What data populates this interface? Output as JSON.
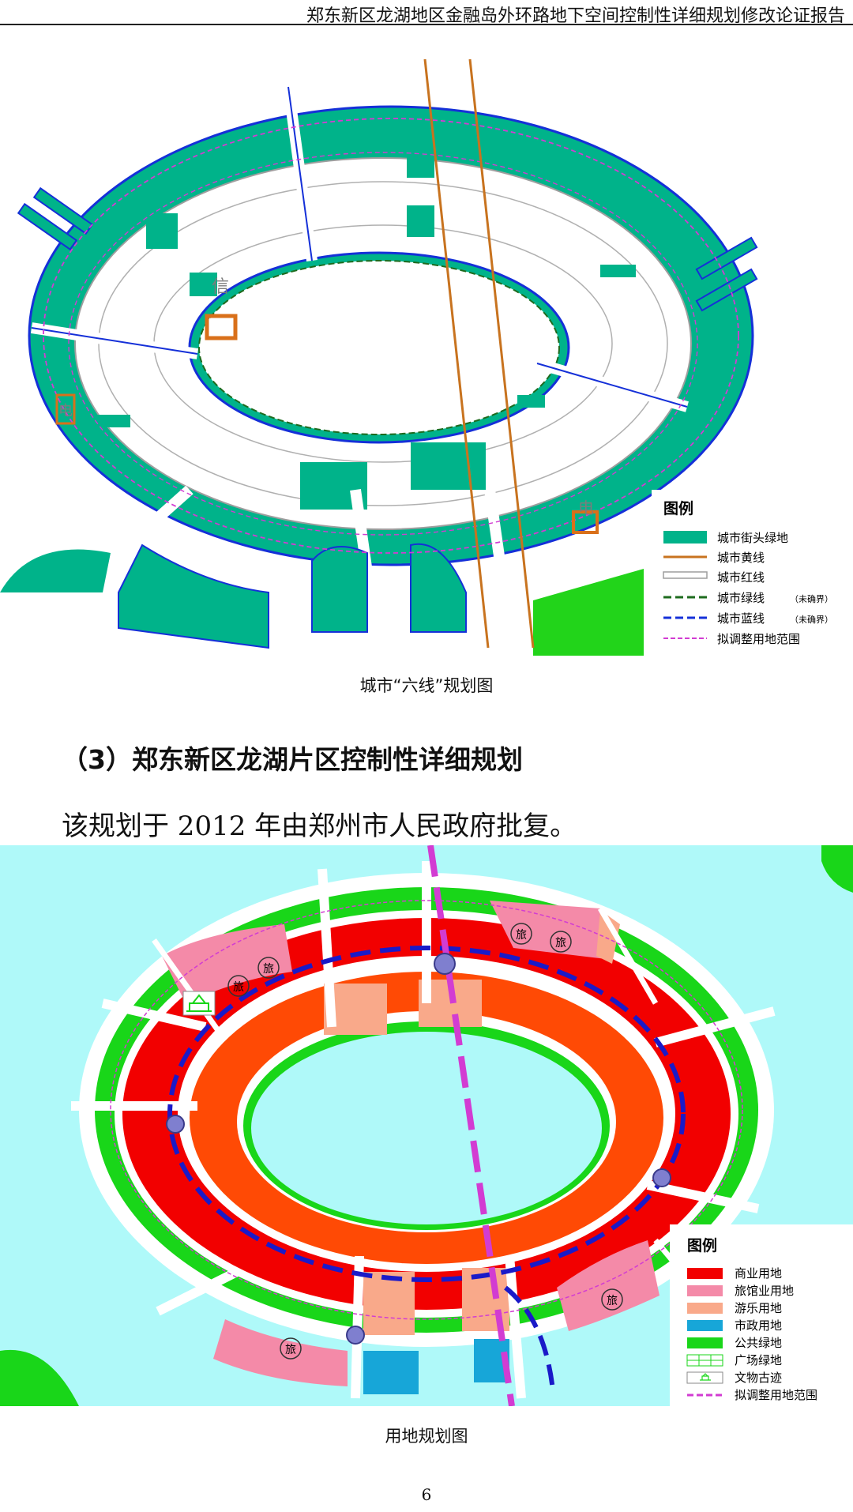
{
  "header": {
    "title": "郑东新区龙湖地区金融岛外环路地下空间控制性详细规划修改论证报告"
  },
  "map1": {
    "caption": "城市“六线”规划图",
    "map_labels": {
      "xin": "信",
      "dian_left": "电",
      "dian_right": "电"
    },
    "legend": {
      "title": "图例",
      "items": [
        {
          "label": "城市街头绿地",
          "note": "",
          "color": "#00B38A"
        },
        {
          "label": "城市黄线",
          "note": "",
          "color": "#C8731F"
        },
        {
          "label": "城市红线",
          "note": "",
          "color": "#9E9E9E"
        },
        {
          "label": "城市绿线",
          "note": "（未确界）",
          "color": "#1E6B1E"
        },
        {
          "label": "城市蓝线",
          "note": "（未确界）",
          "color": "#1530D8"
        },
        {
          "label": "拟调整用地范围",
          "note": "",
          "color": "#D23CD2"
        }
      ]
    }
  },
  "section": {
    "heading": "（3）郑东新区龙湖片区控制性详细规划",
    "text": "该规划于 2012 年由郑州市人民政府批复。"
  },
  "map2": {
    "caption": "用地规划图",
    "hotel_symbol": "旅",
    "legend": {
      "title": "图例",
      "items": [
        {
          "label": "商业用地",
          "color": "#F20000"
        },
        {
          "label": "旅馆业用地",
          "color": "#F48AA8"
        },
        {
          "label": "游乐用地",
          "color": "#F9A98A"
        },
        {
          "label": "市政用地",
          "color": "#17A6D8"
        },
        {
          "label": "公共绿地",
          "color": "#19D619"
        },
        {
          "label": "广场绿地",
          "color": "#FFFFFF"
        },
        {
          "label": "文物古迹",
          "color": "#FFFFFF"
        },
        {
          "label": "拟调整用地范围",
          "color": "#D23CD2"
        }
      ]
    }
  },
  "page_number": "6"
}
